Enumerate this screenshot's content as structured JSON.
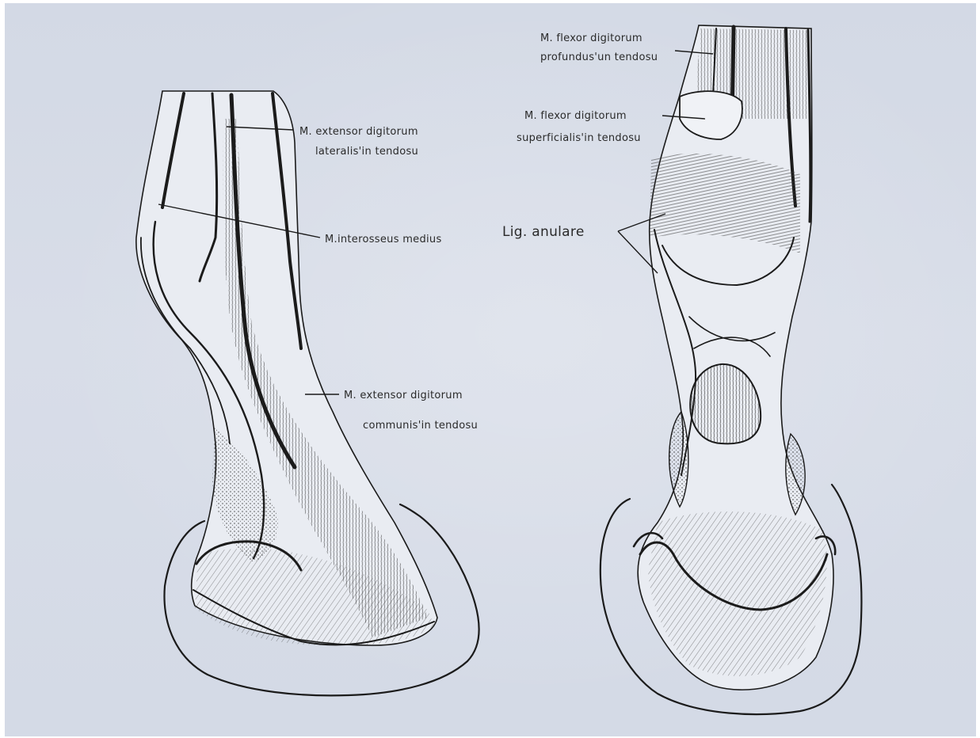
{
  "figure": {
    "left_view": {
      "labels": {
        "edl_line1": "M. extensor digitorum",
        "edl_line2": "lateralis'in tendosu",
        "interosseus": "M.interosseus medius",
        "edc_line1": "M. extensor digitorum",
        "edc_line2": "communis'in tendosu"
      }
    },
    "right_view": {
      "labels": {
        "fdp_line1": "M. flexor digitorum",
        "fdp_line2": "profundus'un tendosu",
        "fds_line1": "M. flexor digitorum",
        "fds_line2": "superficialis'in tendosu",
        "lig_anulare": "Lig. anulare"
      }
    }
  },
  "colors": {
    "paper": "#d6dce7",
    "ink": "#1b1b1b"
  }
}
